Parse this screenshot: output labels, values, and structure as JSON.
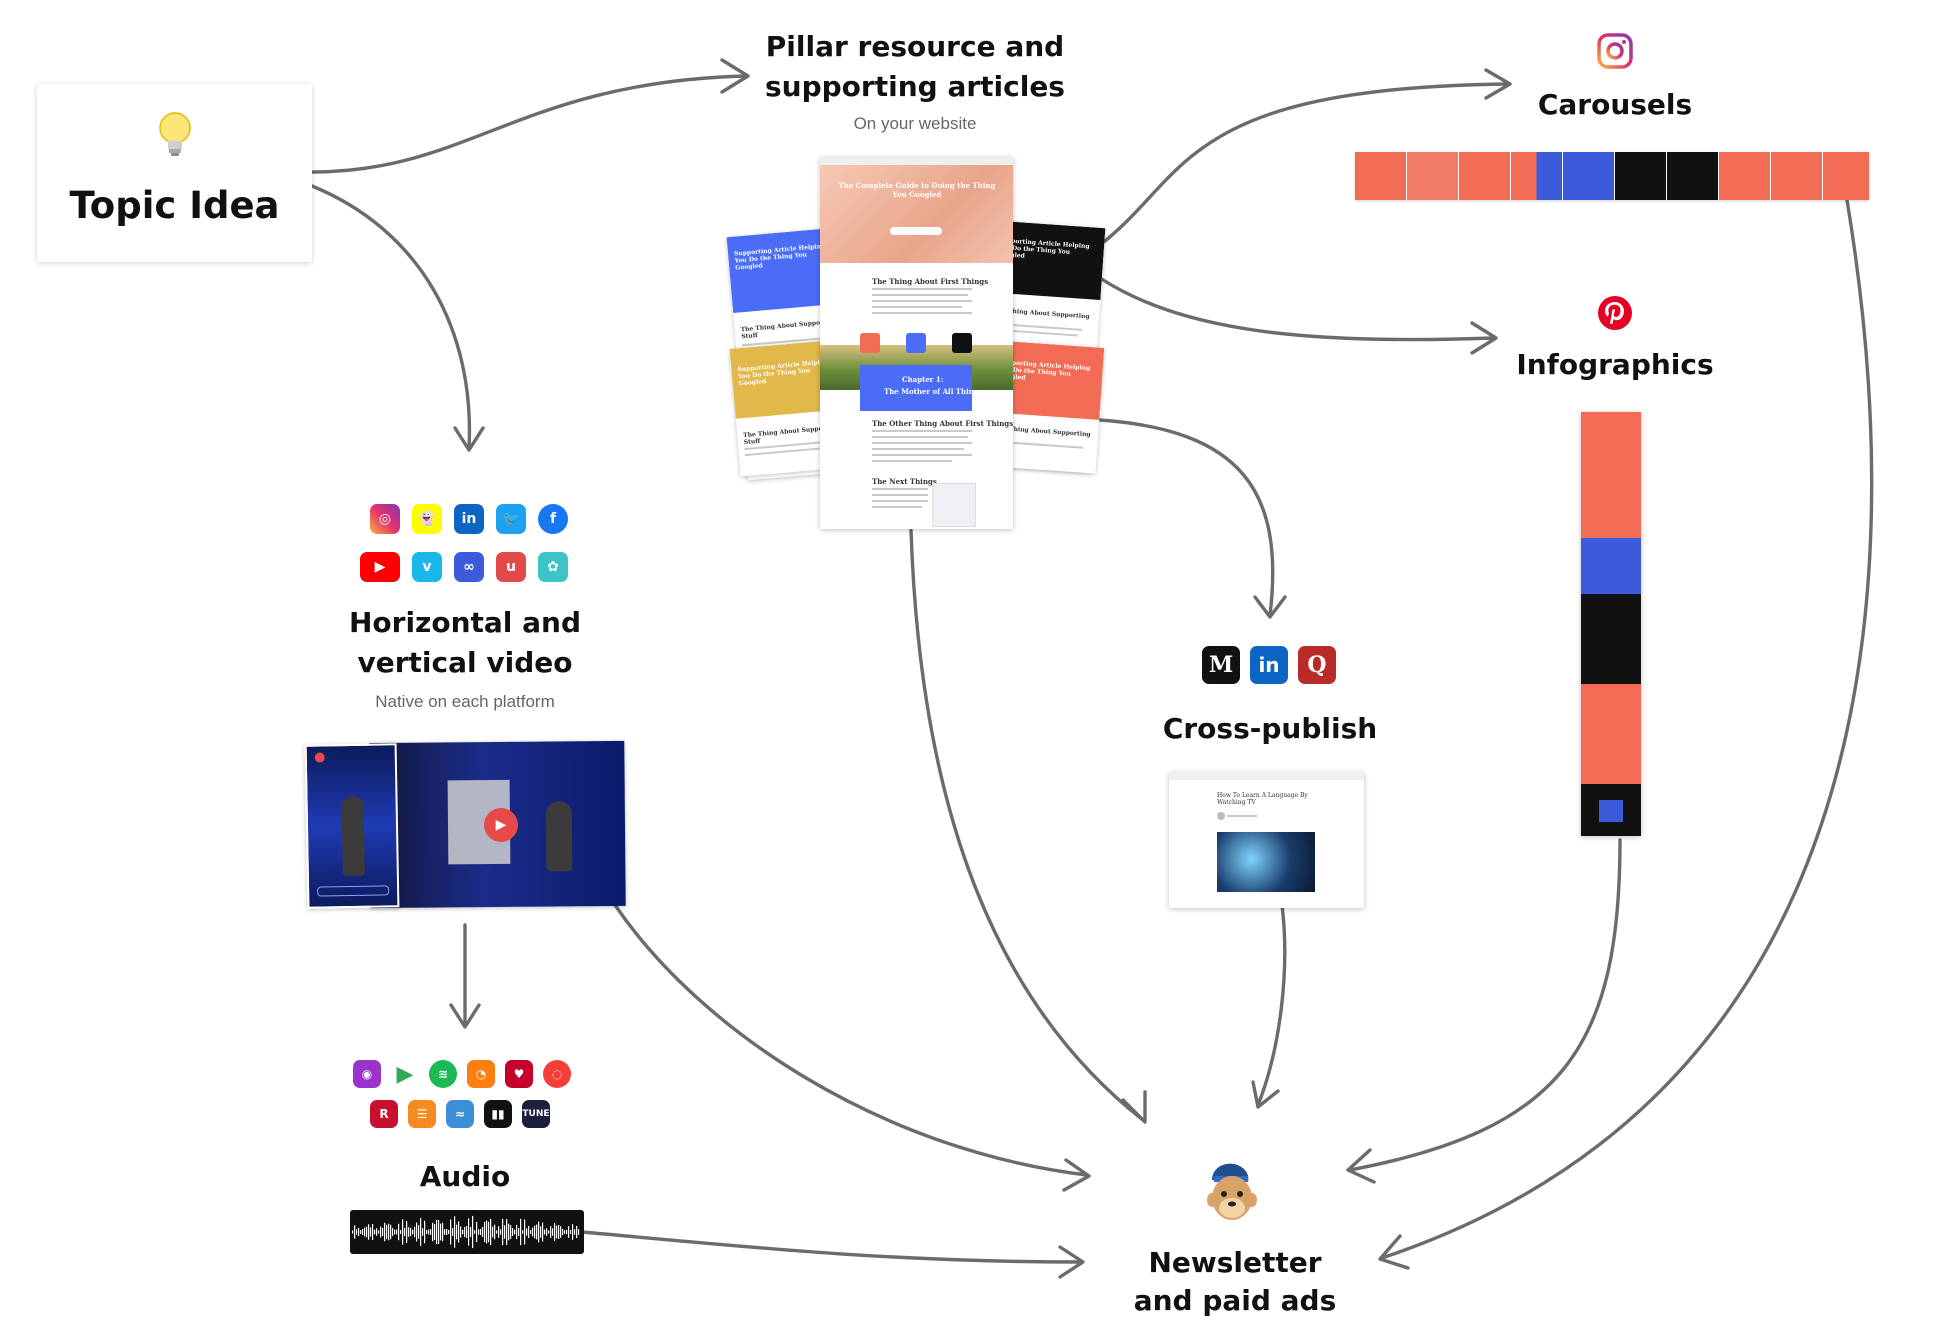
{
  "topic": {
    "title": "Topic Idea",
    "icon": "lightbulb-icon"
  },
  "pillar": {
    "title_line1": "Pillar resource and",
    "title_line2": "supporting articles",
    "subtitle": "On your website"
  },
  "carousels": {
    "title": "Carousels",
    "icon": "instagram-icon"
  },
  "infographics": {
    "title": "Infographics",
    "icon": "pinterest-icon"
  },
  "video": {
    "title_line1": "Horizontal and",
    "title_line2": "vertical video",
    "subtitle": "Native on each platform",
    "platform_icons_row1": [
      "instagram-icon",
      "snapchat-icon",
      "linkedin-icon",
      "twitter-icon",
      "facebook-icon"
    ],
    "platform_icons_row2": [
      "youtube-icon",
      "vimeo-icon",
      "igtv-icon",
      "ustream-icon",
      "twitch-icon"
    ]
  },
  "crosspublish": {
    "title": "Cross-publish",
    "icons": [
      "medium-icon",
      "linkedin-icon",
      "quora-icon"
    ],
    "article_title": "How To Learn A Language By Watching TV"
  },
  "audio": {
    "title": "Audio",
    "platform_icons_row1": [
      "apple-podcasts-icon",
      "google-play-icon",
      "spotify-icon",
      "overcast-icon",
      "iheartradio-icon",
      "pocket-casts-icon"
    ],
    "platform_icons_row2": [
      "radiopublic-icon",
      "rss-icon",
      "castbox-icon",
      "deezer-icon",
      "tunein-icon"
    ]
  },
  "newsletter": {
    "title_line1": "Newsletter",
    "title_line2": "and paid ads",
    "icon": "mailchimp-icon"
  },
  "pillar_page": {
    "hero_title": "The Complete Guide to Doing the Thing You Googled",
    "section1": "The Thing About First Things",
    "chapter_label": "Chapter 1:",
    "chapter_title": "The Mother of All Things",
    "section2": "The Other Thing About First Things",
    "section3": "The Next Things",
    "left_card_blue": "Supporting Article Helping You Do the Thing You Googled",
    "left_card_yellow": "Supporting Article Helping You Do the Thing You Googled",
    "right_card_black": "Supporting Article Helping You Do the Thing You Googled",
    "right_card_orange": "Supporting Article Helping You Do the Thing You Googled",
    "left_card_blue_sub": "The Thing About Supporting Stuff",
    "left_card_yellow_sub": "The Thing About Supporting Stuff",
    "right_card_black_sub": "The Thing About Supporting Stuff",
    "right_card_orange_sub": "The Thing About Supporting Stuff"
  },
  "colors": {
    "arrow": "#6b6b6b",
    "blue": "#4a6cf7",
    "coral": "#f26b55",
    "black": "#111111",
    "mustard": "#e2b84a"
  }
}
